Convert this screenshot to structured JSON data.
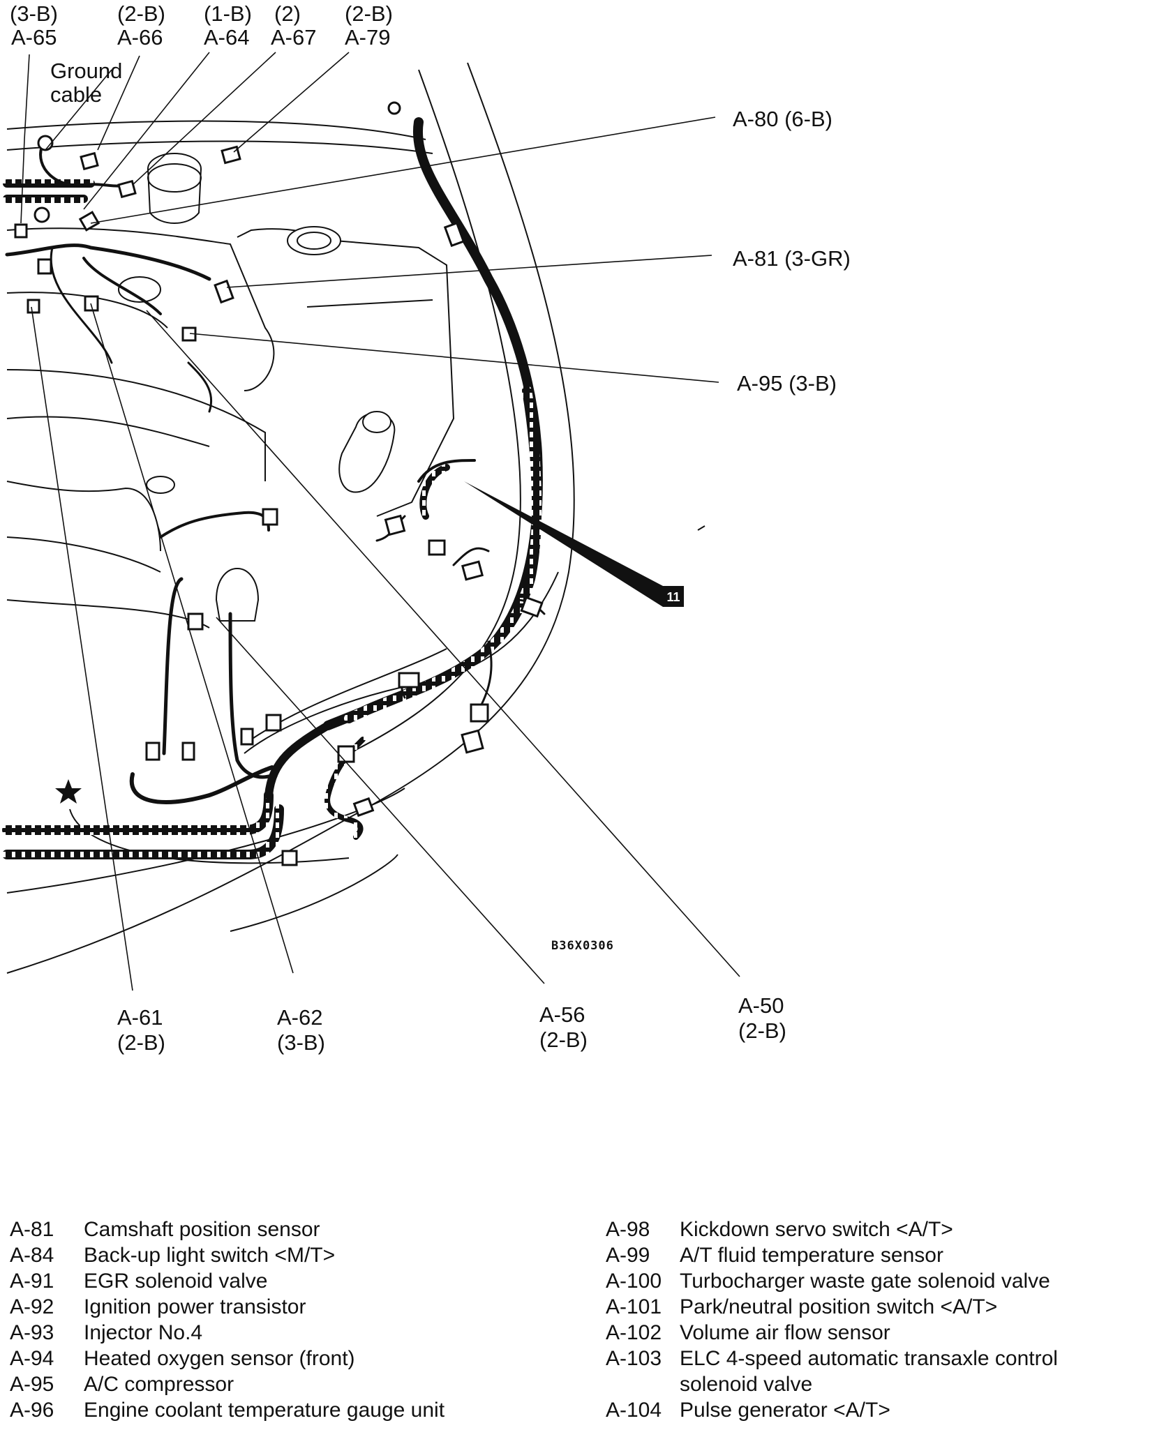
{
  "diagram": {
    "callouts_top": [
      {
        "spec": "(3-B)",
        "id": "A-65"
      },
      {
        "spec": "(2-B)",
        "id": "A-66"
      },
      {
        "spec": "(1-B)",
        "id": "A-64"
      },
      {
        "spec": "(2)",
        "id": "A-67"
      },
      {
        "spec": "(2-B)",
        "id": "A-79"
      }
    ],
    "ground_cable": [
      "Ground",
      "cable"
    ],
    "callouts_right": [
      {
        "text": "A-80 (6-B)"
      },
      {
        "text": "A-81 (3-GR)"
      },
      {
        "text": "A-95 (3-B)"
      }
    ],
    "callouts_bottom": [
      {
        "id": "A-61",
        "spec": "(2-B)"
      },
      {
        "id": "A-62",
        "spec": "(3-B)"
      },
      {
        "id": "A-56",
        "spec": "(2-B)"
      },
      {
        "id": "A-50",
        "spec": "(2-B)"
      }
    ],
    "badge": "11",
    "figure_code": "B36X0306"
  },
  "legend_left": [
    {
      "num": "A-81",
      "desc": "Camshaft position sensor"
    },
    {
      "num": "A-84",
      "desc": "Back-up light switch <M/T>"
    },
    {
      "num": "A-91",
      "desc": "EGR solenoid valve"
    },
    {
      "num": "A-92",
      "desc": "Ignition power transistor"
    },
    {
      "num": "A-93",
      "desc": "Injector No.4"
    },
    {
      "num": "A-94",
      "desc": "Heated oxygen sensor (front)"
    },
    {
      "num": "A-95",
      "desc": "A/C compressor"
    },
    {
      "num": "A-96",
      "desc": "Engine coolant temperature gauge unit"
    }
  ],
  "legend_right": [
    {
      "num": "A-98",
      "desc": "Kickdown servo switch <A/T>"
    },
    {
      "num": "A-99",
      "desc": "A/T fluid temperature sensor"
    },
    {
      "num": "A-100",
      "desc": "Turbocharger waste gate solenoid valve"
    },
    {
      "num": "A-101",
      "desc": "Park/neutral position switch <A/T>"
    },
    {
      "num": "A-102",
      "desc": "Volume air flow sensor"
    },
    {
      "num": "A-103",
      "desc": "ELC 4-speed automatic transaxle control solenoid valve"
    },
    {
      "num": "A-104",
      "desc": "Pulse generator <A/T>"
    }
  ]
}
